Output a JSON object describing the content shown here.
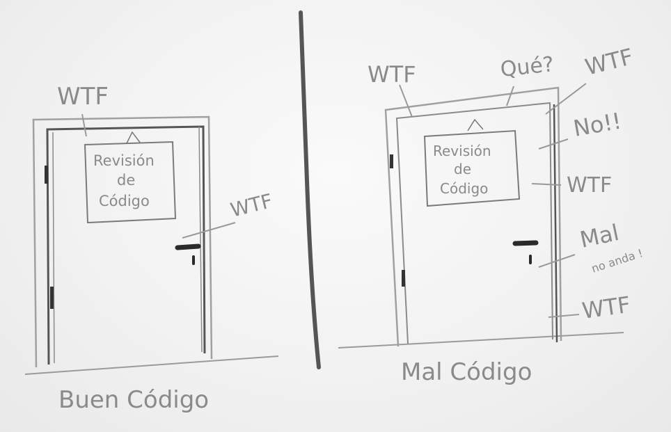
{
  "left": {
    "caption": "Buen Código",
    "sign": [
      "Revisión",
      "de",
      "Código"
    ],
    "annotations": [
      "WTF",
      "WTF"
    ]
  },
  "right": {
    "caption": "Mal Código",
    "sign": [
      "Revisión",
      "de",
      "Código"
    ],
    "annotations": [
      "WTF",
      "Qué?",
      "WTF",
      "No!!",
      "WTF",
      "Mal",
      "no anda !",
      "WTF"
    ]
  },
  "colors": {
    "board": "#f3f3f3",
    "marker_dark": "#3a3a3a",
    "marker_gray": "#8a8a8a",
    "divider": "#555555"
  }
}
